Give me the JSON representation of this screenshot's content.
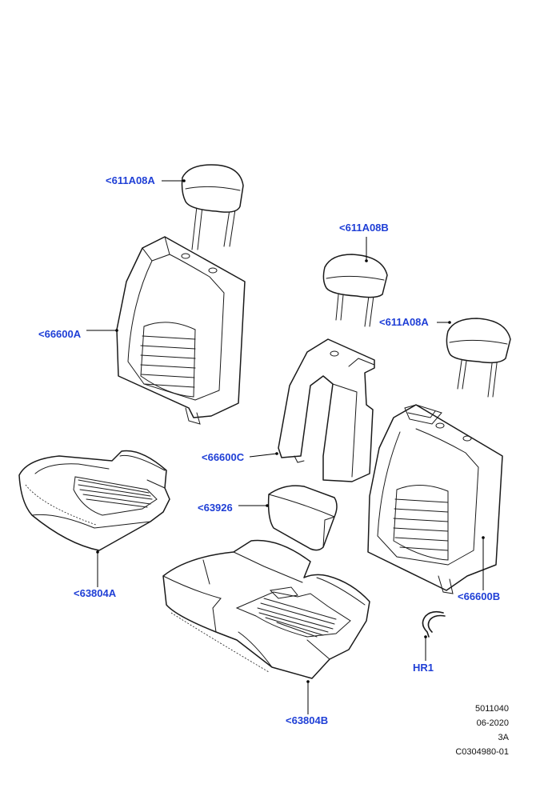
{
  "callouts": {
    "hr_a": "<611A08A",
    "hr_b": "<611A08B",
    "hr_c": "<611A08A",
    "back_a": "<66600A",
    "back_c": "<66600C",
    "back_b": "<66600B",
    "armrest": "<63926",
    "cush_a": "<63804A",
    "cush_b": "<63804B",
    "ring": "HR1"
  },
  "footer": {
    "code1": "5011040",
    "date": "06-2020",
    "rev": "3A",
    "ref": "C0304980-01"
  },
  "colors": {
    "callout": "#1f3fd6",
    "lines": "#1a1a1a"
  }
}
